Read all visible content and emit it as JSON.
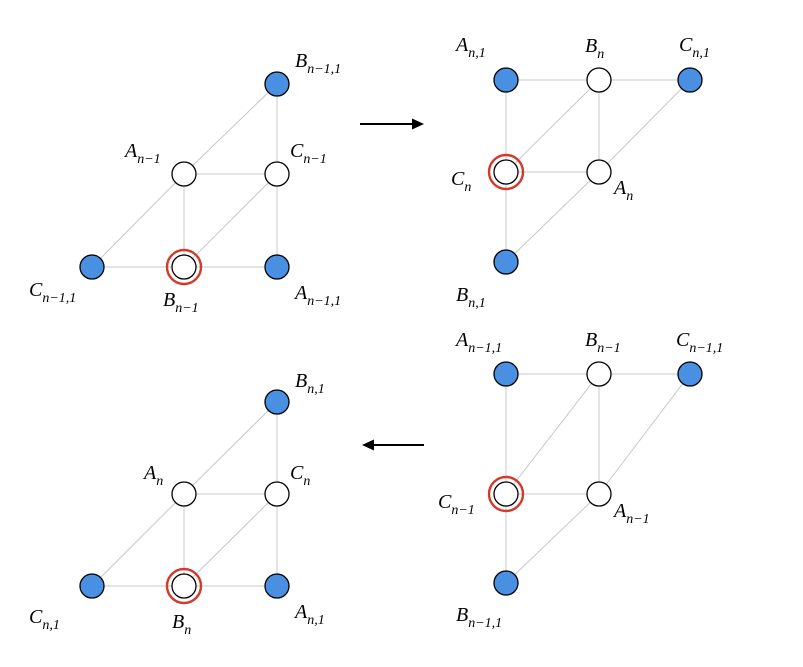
{
  "colors": {
    "filled_node": "#4a90e2",
    "highlight_ring": "#d33a2c",
    "edge": "#c8c8c8",
    "outline": "#000000"
  },
  "panels": [
    {
      "id": "top-left",
      "nodes": [
        {
          "id": "c1",
          "kind": "filled",
          "label": {
            "base": "C",
            "sub": "n−1,1"
          }
        },
        {
          "id": "b",
          "kind": "ring",
          "label": {
            "base": "B",
            "sub": "n−1"
          }
        },
        {
          "id": "a1",
          "kind": "filled",
          "label": {
            "base": "A",
            "sub": "n−1,1"
          }
        },
        {
          "id": "a",
          "kind": "empty",
          "label": {
            "base": "A",
            "sub": "n−1"
          }
        },
        {
          "id": "c",
          "kind": "empty",
          "label": {
            "base": "C",
            "sub": "n−1"
          }
        },
        {
          "id": "b1",
          "kind": "filled",
          "label": {
            "base": "B",
            "sub": "n−1,1"
          }
        }
      ],
      "edges": [
        [
          "c1",
          "b"
        ],
        [
          "b",
          "a1"
        ],
        [
          "a",
          "c"
        ],
        [
          "a",
          "b"
        ],
        [
          "c",
          "a1"
        ],
        [
          "c1",
          "a"
        ],
        [
          "b",
          "c"
        ],
        [
          "a",
          "b1"
        ],
        [
          "c",
          "b1"
        ]
      ]
    },
    {
      "id": "top-right",
      "nodes": [
        {
          "id": "a1",
          "kind": "filled",
          "label": {
            "base": "A",
            "sub": "n,1"
          }
        },
        {
          "id": "b",
          "kind": "empty",
          "label": {
            "base": "B",
            "sub": "n"
          }
        },
        {
          "id": "c1",
          "kind": "filled",
          "label": {
            "base": "C",
            "sub": "n,1"
          }
        },
        {
          "id": "c",
          "kind": "ring",
          "label": {
            "base": "C",
            "sub": "n"
          }
        },
        {
          "id": "a",
          "kind": "empty",
          "label": {
            "base": "A",
            "sub": "n"
          }
        },
        {
          "id": "b1",
          "kind": "filled",
          "label": {
            "base": "B",
            "sub": "n,1"
          }
        }
      ],
      "edges": [
        [
          "a1",
          "b"
        ],
        [
          "b",
          "c1"
        ],
        [
          "c",
          "a"
        ],
        [
          "a1",
          "c"
        ],
        [
          "c",
          "b1"
        ],
        [
          "b",
          "a"
        ],
        [
          "c",
          "b"
        ],
        [
          "a",
          "c1"
        ],
        [
          "b1",
          "a"
        ]
      ]
    },
    {
      "id": "bottom-right",
      "nodes": [
        {
          "id": "a1",
          "kind": "filled",
          "label": {
            "base": "A",
            "sub": "n−1,1"
          }
        },
        {
          "id": "b",
          "kind": "empty",
          "label": {
            "base": "B",
            "sub": "n−1"
          }
        },
        {
          "id": "c1",
          "kind": "filled",
          "label": {
            "base": "C",
            "sub": "n−1,1"
          }
        },
        {
          "id": "c",
          "kind": "ring",
          "label": {
            "base": "C",
            "sub": "n−1"
          }
        },
        {
          "id": "a",
          "kind": "empty",
          "label": {
            "base": "A",
            "sub": "n−1"
          }
        },
        {
          "id": "b1",
          "kind": "filled",
          "label": {
            "base": "B",
            "sub": "n−1,1"
          }
        }
      ],
      "edges": [
        [
          "a1",
          "b"
        ],
        [
          "b",
          "c1"
        ],
        [
          "c",
          "a"
        ],
        [
          "a1",
          "c"
        ],
        [
          "c",
          "b1"
        ],
        [
          "b",
          "a"
        ],
        [
          "c",
          "b"
        ],
        [
          "a",
          "c1"
        ],
        [
          "b1",
          "a"
        ]
      ]
    },
    {
      "id": "bottom-left",
      "nodes": [
        {
          "id": "c1",
          "kind": "filled",
          "label": {
            "base": "C",
            "sub": "n,1"
          }
        },
        {
          "id": "b",
          "kind": "ring",
          "label": {
            "base": "B",
            "sub": "n"
          }
        },
        {
          "id": "a1",
          "kind": "filled",
          "label": {
            "base": "A",
            "sub": "n,1"
          }
        },
        {
          "id": "a",
          "kind": "empty",
          "label": {
            "base": "A",
            "sub": "n"
          }
        },
        {
          "id": "c",
          "kind": "empty",
          "label": {
            "base": "C",
            "sub": "n"
          }
        },
        {
          "id": "b1",
          "kind": "filled",
          "label": {
            "base": "B",
            "sub": "n,1"
          }
        }
      ],
      "edges": [
        [
          "c1",
          "b"
        ],
        [
          "b",
          "a1"
        ],
        [
          "a",
          "c"
        ],
        [
          "a",
          "b"
        ],
        [
          "c",
          "a1"
        ],
        [
          "c1",
          "a"
        ],
        [
          "b",
          "c"
        ],
        [
          "a",
          "b1"
        ],
        [
          "c",
          "b1"
        ]
      ]
    }
  ],
  "arrows": [
    {
      "id": "arrow-top",
      "direction": "right"
    },
    {
      "id": "arrow-bottom",
      "direction": "left"
    }
  ]
}
